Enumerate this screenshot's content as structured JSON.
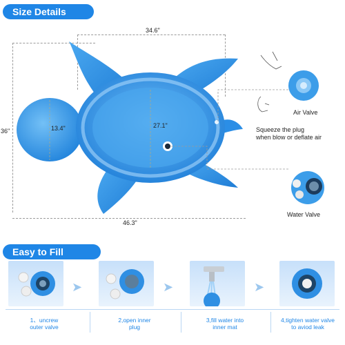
{
  "headers": {
    "size_details": "Size Details",
    "easy_fill": "Easy to Fill Water"
  },
  "dimensions": {
    "top_width": "34.6\"",
    "left_height": "36\"",
    "head_width": "13.4\"",
    "inner_height": "27.1\"",
    "bottom_width": "46.3\""
  },
  "valves": {
    "air_valve": "Air Valve",
    "squeeze_line1": "Squeeze the plug",
    "squeeze_line2": "when blow or deflate air",
    "water_valve": "Water Valve"
  },
  "steps": [
    {
      "line1": "1、uncrew",
      "line2": "outer valve"
    },
    {
      "line1": "2,open inner",
      "line2": "plug"
    },
    {
      "line1": "3,fill water into",
      "line2": "inner mat"
    },
    {
      "line1": "4,tighten water valve",
      "line2": "to aviod leak"
    }
  ],
  "colors": {
    "accent": "#1f86e6",
    "turtle_body": "#2f95ea",
    "turtle_light": "#5fb2f3"
  }
}
